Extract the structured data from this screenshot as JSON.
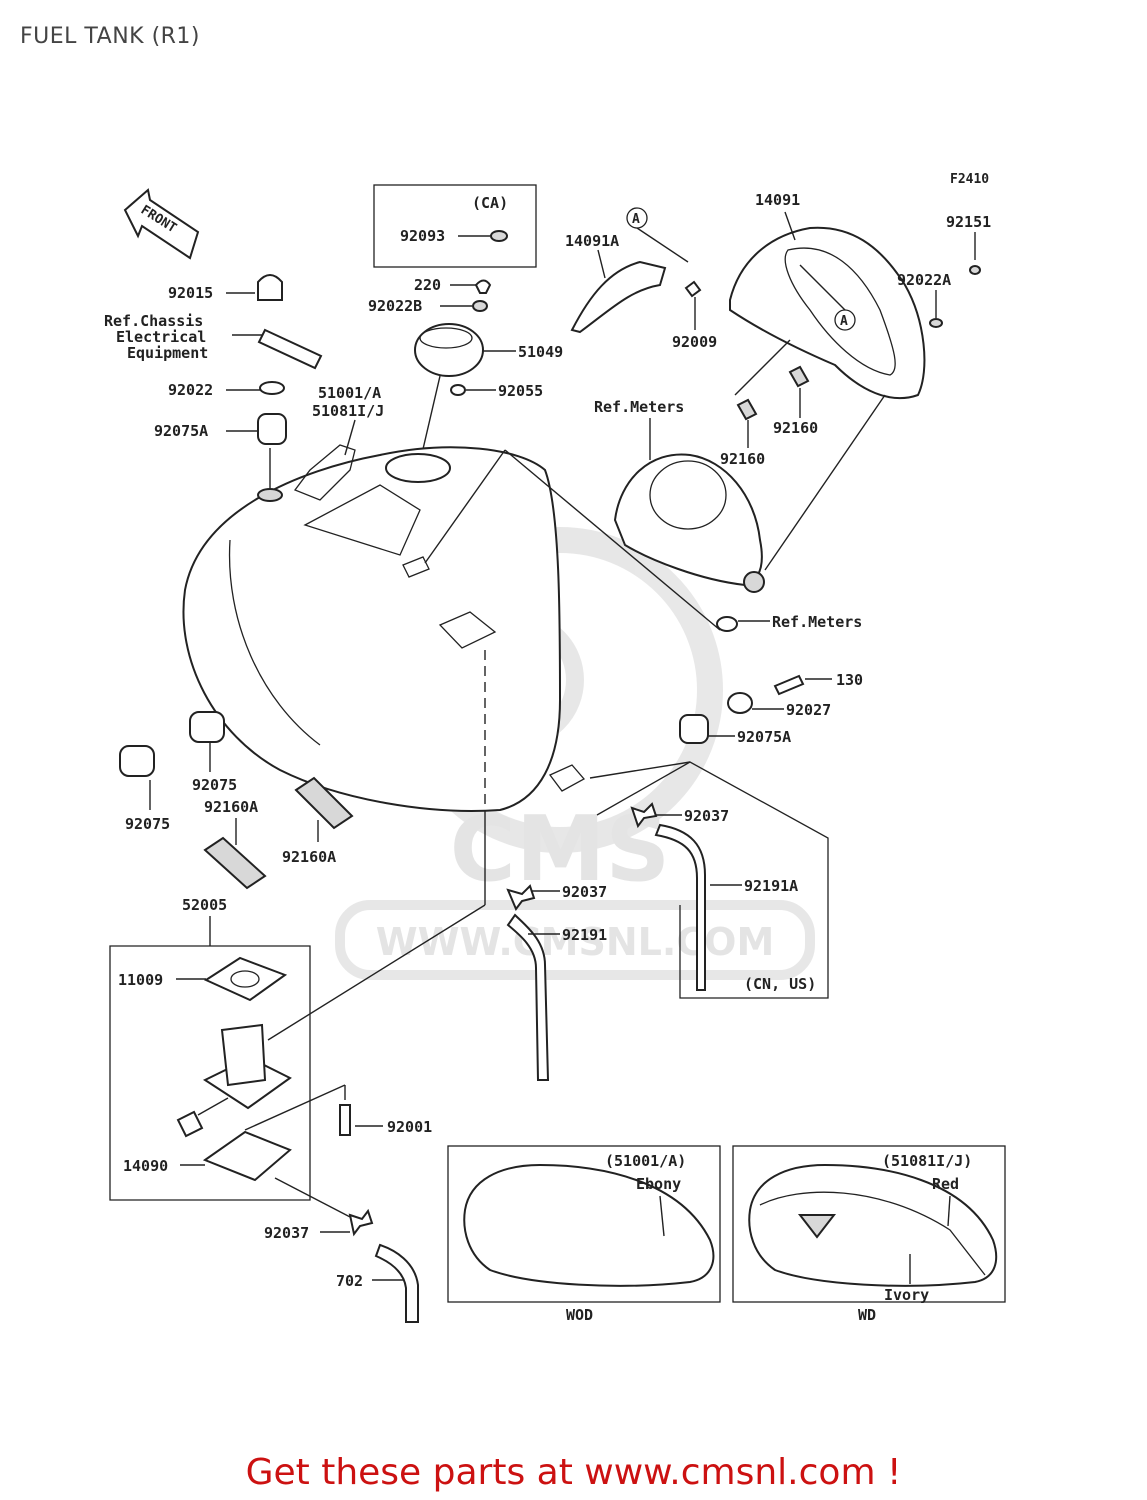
{
  "page_title": "FUEL TANK (R1)",
  "figure_code": "F2410",
  "front_label": "FRONT",
  "labels": {
    "ca_box": "(CA)",
    "p92093": "92093",
    "p220": "220",
    "p92022B": "92022B",
    "p51049": "51049",
    "p92055": "92055",
    "p14091": "14091",
    "p14091A": "14091A",
    "pA1": "A",
    "pA2": "A",
    "p92009": "92009",
    "p92151": "92151",
    "p92022A": "92022A",
    "p92160a": "92160",
    "p92160b": "92160",
    "ref_meters1": "Ref.Meters",
    "ref_meters2": "Ref.Meters",
    "p92015": "92015",
    "ref_chassis1": "Ref.Chassis",
    "ref_chassis2": "Electrical",
    "ref_chassis3": "Equipment",
    "p92022": "92022",
    "p51001": "51001/A",
    "p51081": "51081I/J",
    "p92075A_top": "92075A",
    "p130": "130",
    "p92027": "92027",
    "p92075A_bot": "92075A",
    "p92037_r": "92037",
    "p92191A": "92191A",
    "cn_us": "(CN, US)",
    "p92037_c": "92037",
    "p92191": "92191",
    "p92075_a": "92075",
    "p92075_b": "92075",
    "p92160A_a": "92160A",
    "p92160A_b": "92160A",
    "p52005": "52005",
    "p11009": "11009",
    "p92001": "92001",
    "p14090": "14090",
    "p92037_b": "92037",
    "p702": "702",
    "ebony_code": "(51001/A)",
    "ebony": "Ebony",
    "wod": "WOD",
    "red_code": "(51081I/J)",
    "red": "Red",
    "ivory": "Ivory",
    "wd": "WD"
  },
  "watermark": "WWW.CMSNL.COM",
  "watermark_logo": "CMS",
  "footer_cta": "Get these parts at www.cmsnl.com !"
}
